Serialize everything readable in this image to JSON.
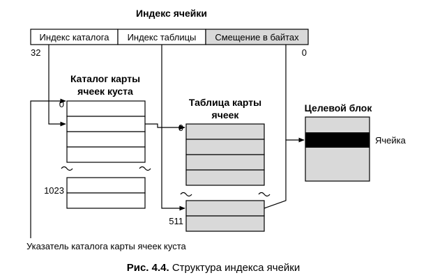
{
  "cell_index": {
    "title": "Индекс ячейки",
    "fields": [
      "Индекс каталога",
      "Индекс таблицы",
      "Смещение в байтах"
    ],
    "bit_high": "32",
    "bit_low": "0"
  },
  "directory": {
    "title_line1": "Каталог карты",
    "title_line2": "ячеек куста",
    "first_index": "0",
    "last_index": "1023"
  },
  "table": {
    "title_line1": "Таблица карты",
    "title_line2": "ячеек",
    "first_index": "0",
    "last_index": "511"
  },
  "target_block": {
    "title": "Целевой блок",
    "cell_label": "Ячейка"
  },
  "pointer_label": "Указатель каталога карты ячеек куста",
  "caption": {
    "number": "Рис. 4.4.",
    "text": " Структура индекса ячейки"
  },
  "colors": {
    "field_fill_light": "#ffffff",
    "field_fill_gray": "#d9d9d9",
    "block_fill": "#d9d9d9",
    "cell_fill": "#000000"
  }
}
